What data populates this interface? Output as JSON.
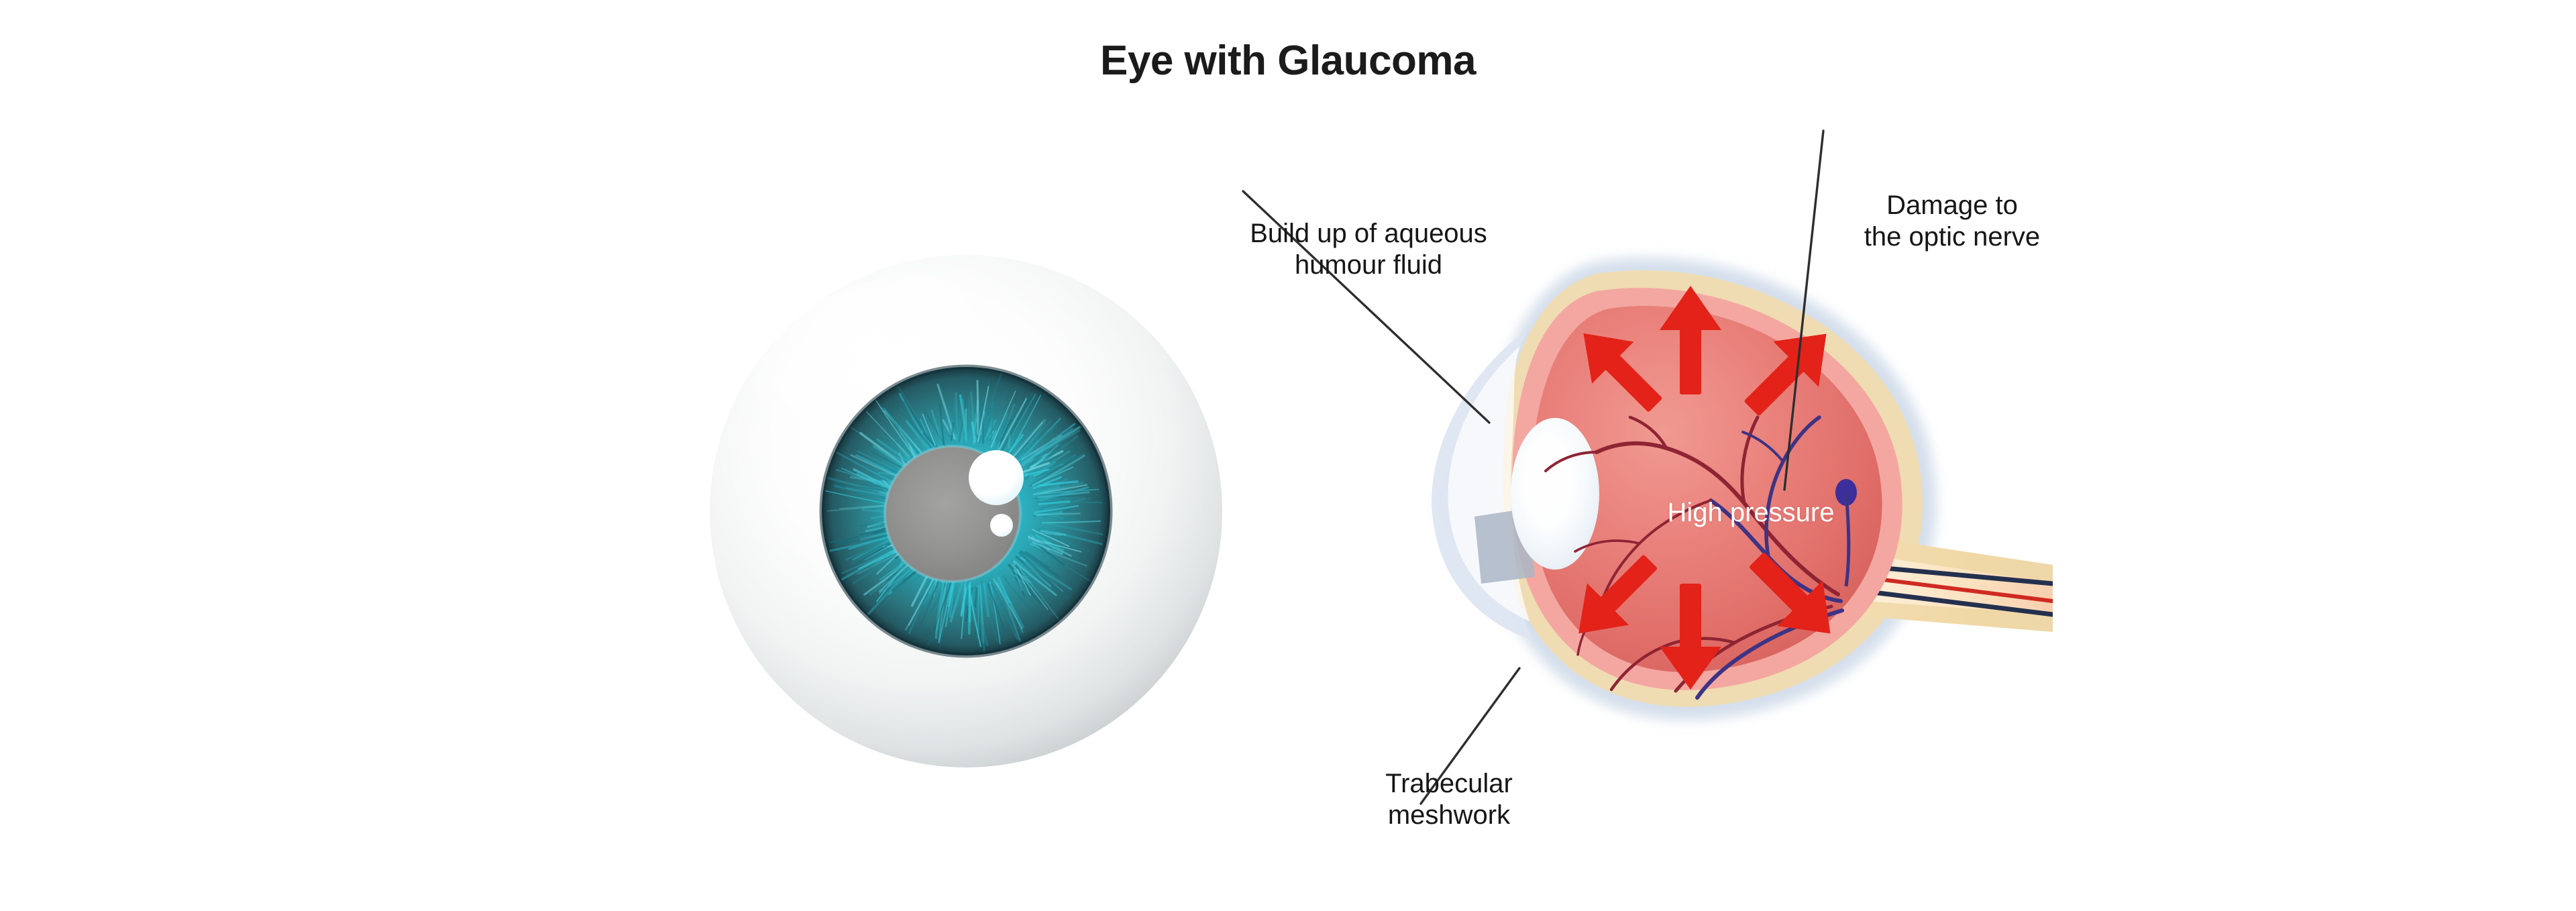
{
  "title": "Eye with Glaucoma",
  "background_color": "#ffffff",
  "labels": {
    "aqueous": "Build up of aqueous\nhumour fluid",
    "optic_nerve": "Damage to\nthe optic nerve",
    "trabecular": "Trabecular\nmeshwork",
    "pressure": "High pressure"
  },
  "colors": {
    "title_text": "#1b1b1b",
    "label_text": "#161616",
    "pressure_text": "#ffffff",
    "leader_line": "#2e2e2e",
    "arrow_red": "#e32219",
    "vitreous_red": "#e8756e",
    "inner_ring_pink": "#f2a09b",
    "sclera_band": "#eddfbe",
    "outer_sclera_blue": "#ccd7e6",
    "lens_white": "#f5f9fc",
    "cornea_blue": "#c5d2e2",
    "iris_teal_dark": "#2a6b70",
    "iris_teal_bright": "#2ec4d4",
    "pupil_gray": "#8f8f8f",
    "eyeball_white": "#ffffff",
    "eyeball_shade": "#c7cbcd",
    "artery": "#8c2230",
    "vein": "#3b2f7a",
    "optic_disc": "#3b2f9c"
  },
  "diagram": {
    "left_view_name": "external eyeball front view",
    "right_view_name": "eye cross-section with high intraocular pressure",
    "pressure_arrows": 6
  }
}
